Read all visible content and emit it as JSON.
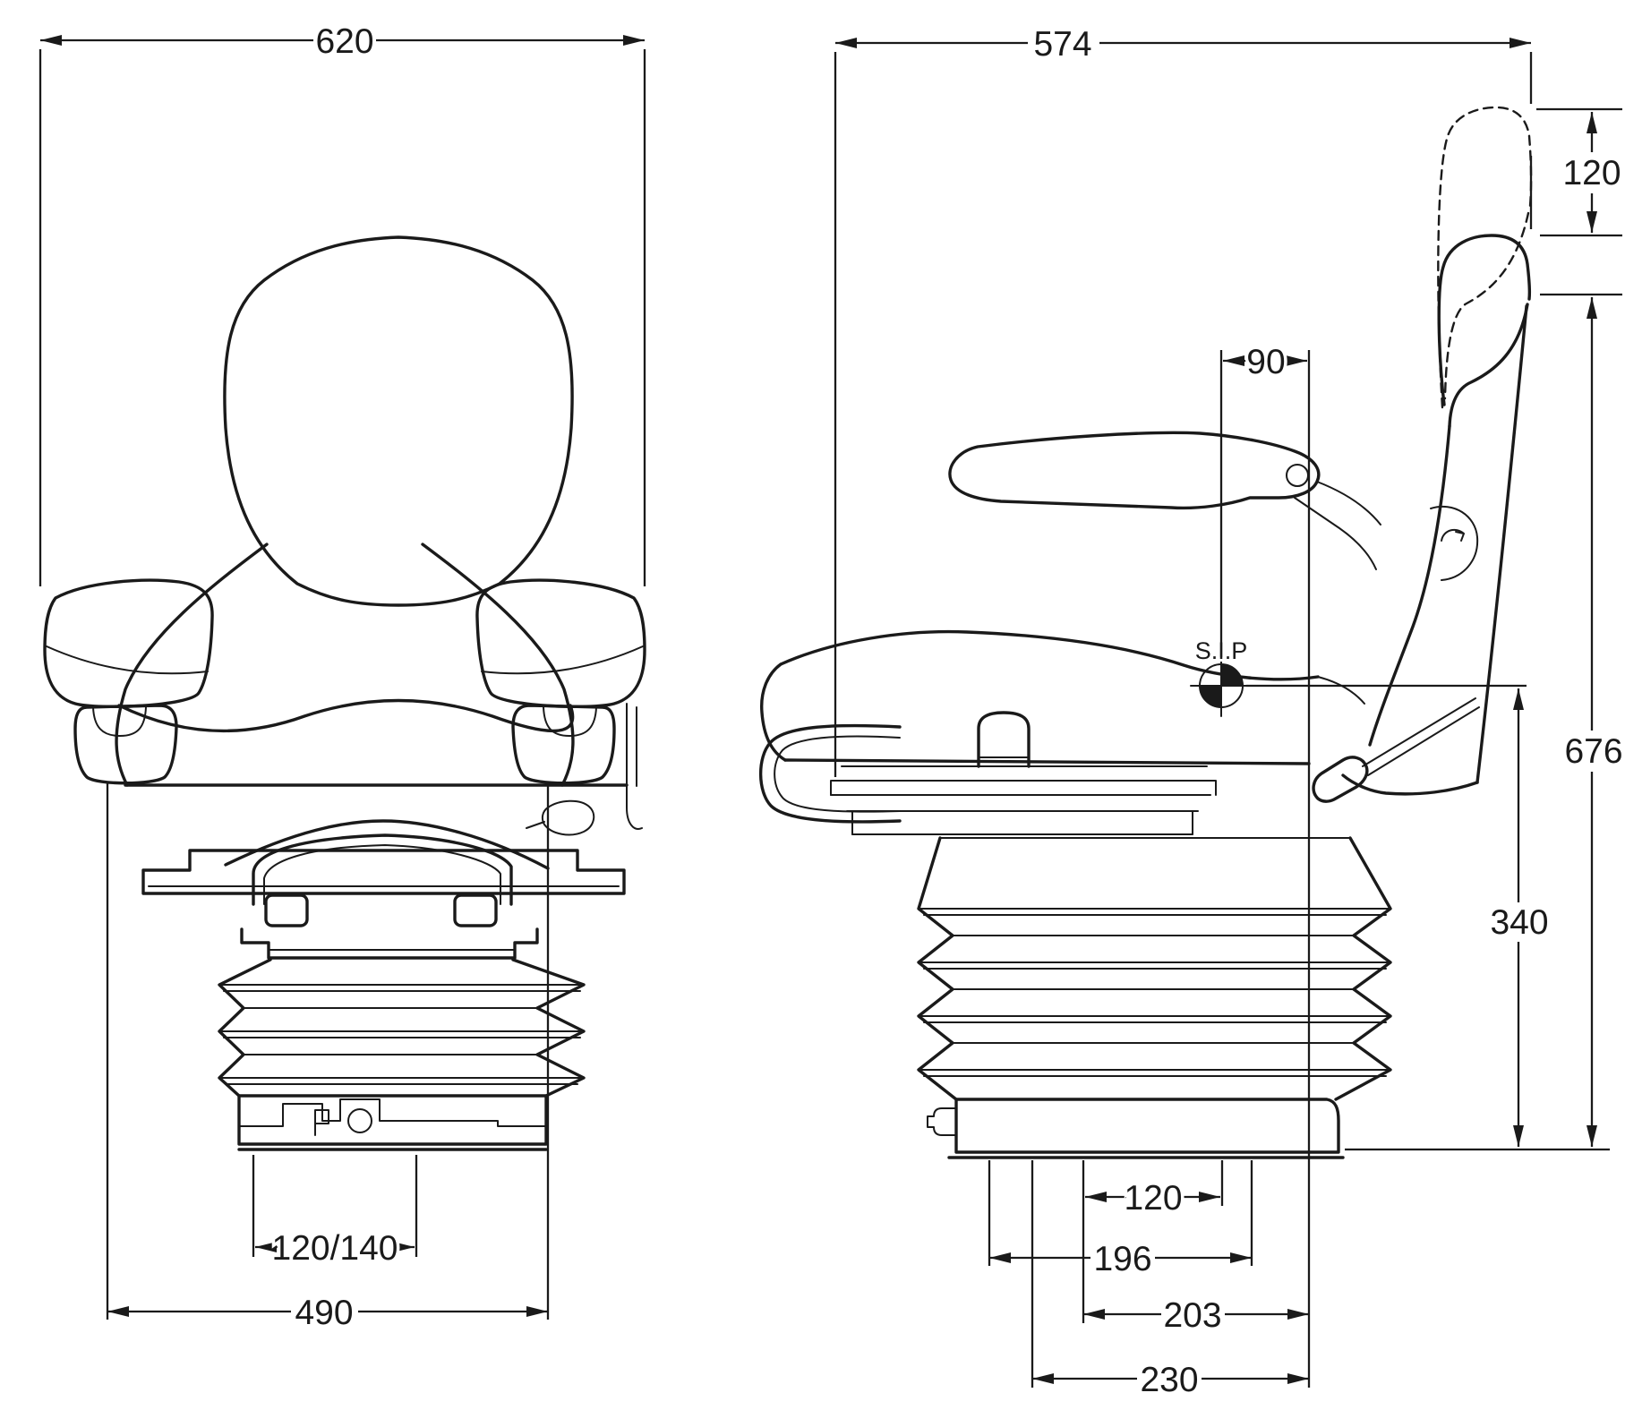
{
  "page": {
    "background": "#ffffff",
    "line_color": "#1a1a1a"
  },
  "front_view": {
    "label": "seat front view",
    "dims": {
      "overall_width": "620",
      "slide_rail_spacing": "120/140",
      "base_width": "490"
    }
  },
  "side_view": {
    "label": "seat side view",
    "sip": {
      "label": "S.I.P"
    },
    "dims": {
      "overall_depth": "574",
      "headrest_adjust": "120",
      "sip_setback": "90",
      "overall_height": "676",
      "sip_height": "340",
      "mount_pitch_a": "120",
      "mount_pitch_b": "196",
      "mount_pitch_c": "203",
      "mount_pitch_d": "230"
    }
  }
}
